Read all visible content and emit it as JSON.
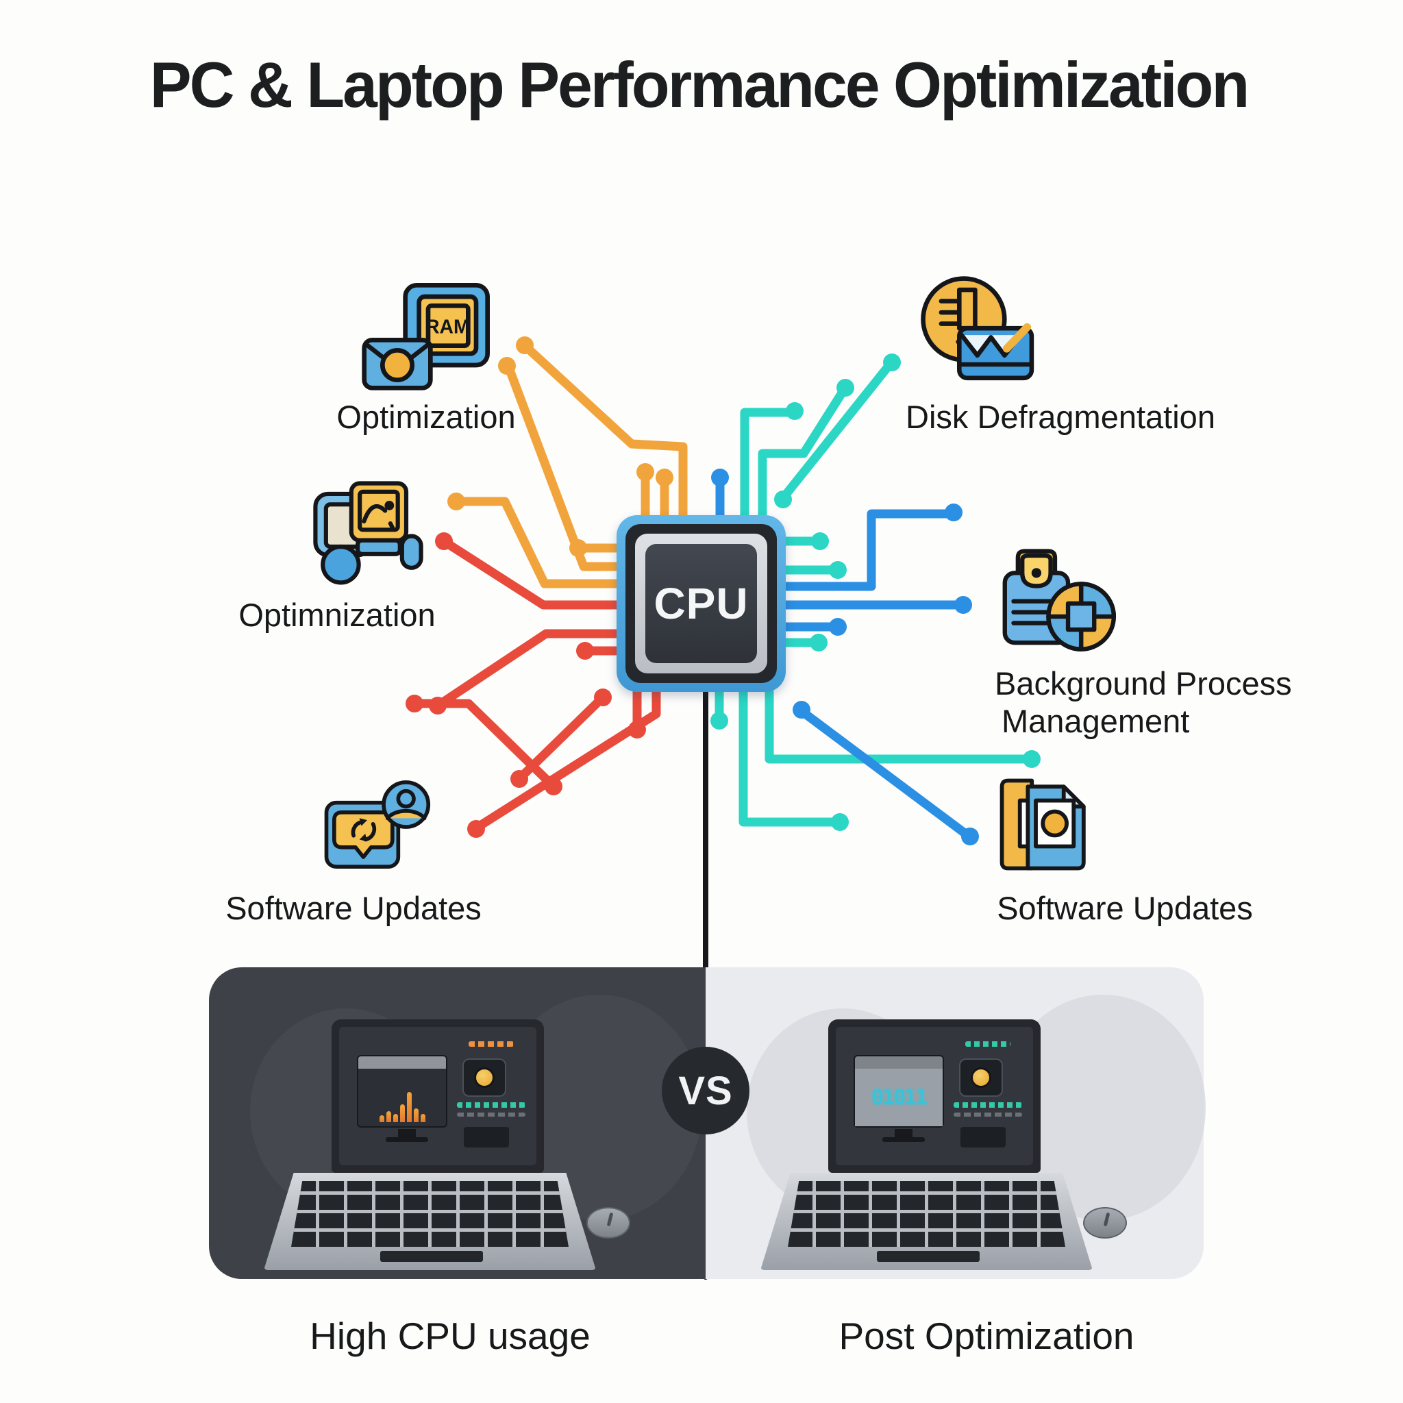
{
  "title": "PC & Laptop Performance Optimization",
  "cpu": {
    "label": "CPU"
  },
  "nodes": [
    {
      "id": "ram-optimization",
      "label": "Optimization",
      "icon": "ram-chip-icon",
      "icon_text": "RAM"
    },
    {
      "id": "disk-defragmentation",
      "label": "Disk Defragmentation",
      "icon": "defrag-disk-icon"
    },
    {
      "id": "pc-optimization",
      "label": "Optimnization",
      "icon": "computer-graph-icon"
    },
    {
      "id": "background-process-management",
      "label": "Background Process Management",
      "lines": [
        "Background Process",
        "Management"
      ],
      "icon": "process-wheel-icon"
    },
    {
      "id": "software-updates-left",
      "label": "Software Updates",
      "icon": "update-refresh-icon"
    },
    {
      "id": "software-updates-right",
      "label": "Software Updates",
      "icon": "stacked-files-icon"
    }
  ],
  "comparison": {
    "vs_label": "VS",
    "left": {
      "caption": "High CPU usage",
      "theme": "dark",
      "screen_bars": [
        10,
        16,
        12,
        26,
        44,
        20,
        12
      ]
    },
    "right": {
      "caption": "Post Optimization",
      "theme": "light",
      "screen_text": "01011"
    }
  },
  "palette": {
    "background": "#fdfdfc",
    "title_text": "#1d1e20",
    "label_text": "#17181a",
    "trace_orange": "#f2a43c",
    "trace_red": "#e84b3b",
    "trace_teal": "#2bd6c5",
    "trace_blue": "#2b8fe3",
    "chip_frame": "#4aa7de",
    "chip_dark": "#24272c",
    "chip_silver": "#ced2d6",
    "chip_core": "#3a3e46",
    "divider": "#17181c",
    "vs_circle": "#26292e",
    "panel_dark": "#3e4147",
    "panel_light": "#e9ebef",
    "icon_blue": "#5fb0e0",
    "icon_yellow": "#f5c150",
    "icon_outline": "#15161a",
    "screen_orange": "#ee9140",
    "screen_cyan": "#38c4d8"
  }
}
